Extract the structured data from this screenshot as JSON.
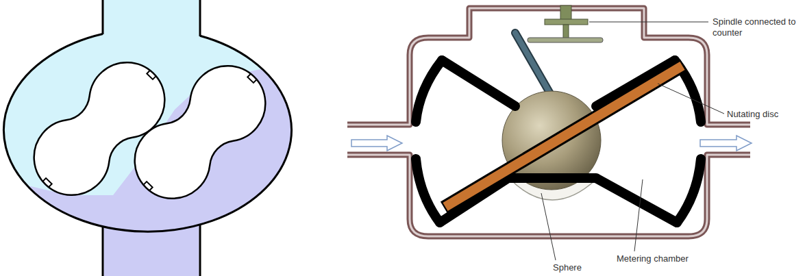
{
  "diagram": {
    "labels": [
      "Spindle connected to counter",
      "Nutating disc",
      "Sphere",
      "Metering chamber"
    ]
  }
}
